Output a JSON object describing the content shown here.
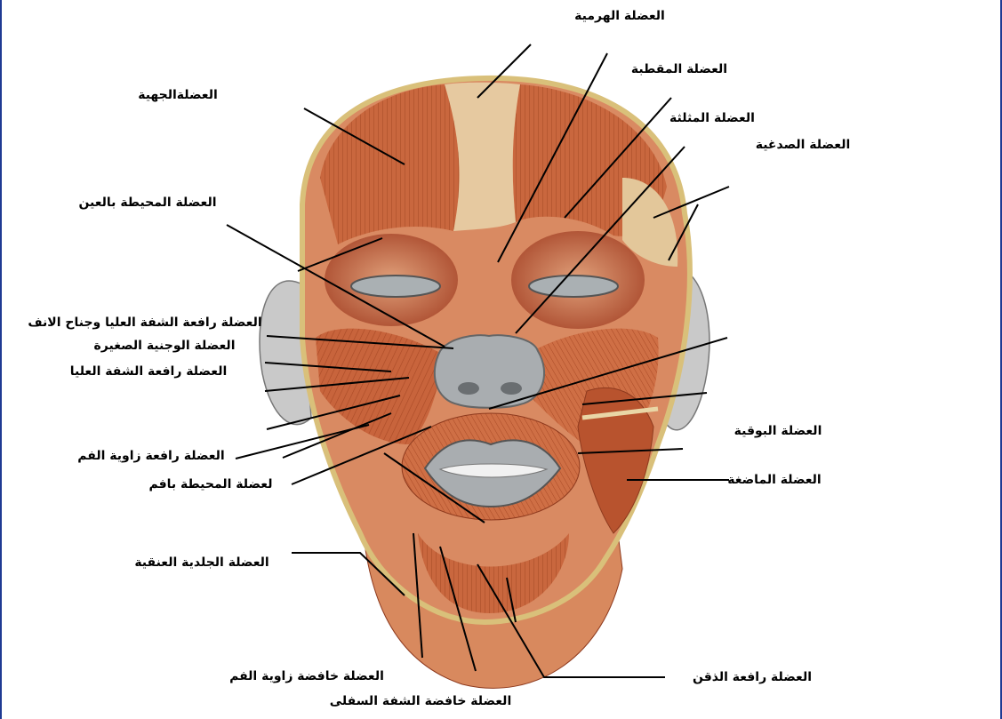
{
  "labels": {
    "procerus": "العضلة الهرمية",
    "corrugator": "العضلة المقطبة",
    "depressor_supercilii": "العضلة المثلثة",
    "temporalis": "العضلة الصدغية",
    "frontalis": "العضلةالجهية",
    "orbicularis_oculi": "العضلة المحيطة بالعين",
    "levator_labii_alaeque": "العضلة رافعة الشفة العليا وجناح الانف",
    "zygomaticus_minor": "العضلة الوجنية الصغيرة",
    "levator_labii": "العضلة رافعة الشفة العليا",
    "levator_anguli_oris": "العضلة رافعة زاوية الفم",
    "orbicularis_oris": "لعضلة المحيطة بافم",
    "buccinator": "العضلة البوقية",
    "masseter": "العضلة الماضغة",
    "platysma": "العضلة الجلدية العنقية",
    "depressor_anguli_oris": "العضلة خافضة زاوية الفم",
    "depressor_labii": "العضلة خافضة الشفة السفلى",
    "mentalis": "العضلة رافعة الذقن"
  },
  "colors": {
    "muscle": "#c8643c",
    "muscle_dark": "#8e3a1e",
    "muscle_light": "#e8a27a",
    "tendon": "#e9d6a6",
    "skin": "#f1c2a2",
    "gray": "#a9adb0",
    "line": "#000000",
    "frame": "#1f3a93"
  }
}
